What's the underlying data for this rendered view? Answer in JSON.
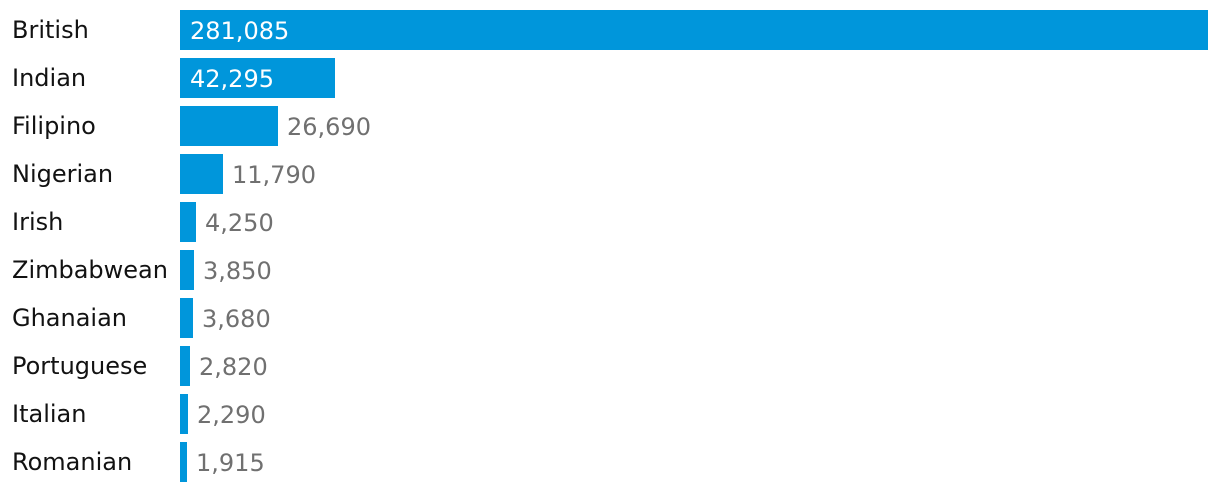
{
  "colors": {
    "bar": "#0096db",
    "category_text": "#121212",
    "value_text_outside": "#707070",
    "value_text_inside": "#ffffff"
  },
  "chart_data": {
    "type": "bar",
    "orientation": "horizontal",
    "categories": [
      "British",
      "Indian",
      "Filipino",
      "Nigerian",
      "Irish",
      "Zimbabwean",
      "Ghanaian",
      "Portuguese",
      "Italian",
      "Romanian"
    ],
    "values": [
      281085,
      42295,
      26690,
      11790,
      4250,
      3850,
      3680,
      2820,
      2290,
      1915
    ],
    "value_labels": [
      "281,085",
      "42,295",
      "26,690",
      "11,790",
      "4,250",
      "3,850",
      "3,680",
      "2,820",
      "2,290",
      "1,915"
    ],
    "xlim": [
      0,
      281085
    ],
    "grid": false,
    "legend": "none"
  }
}
